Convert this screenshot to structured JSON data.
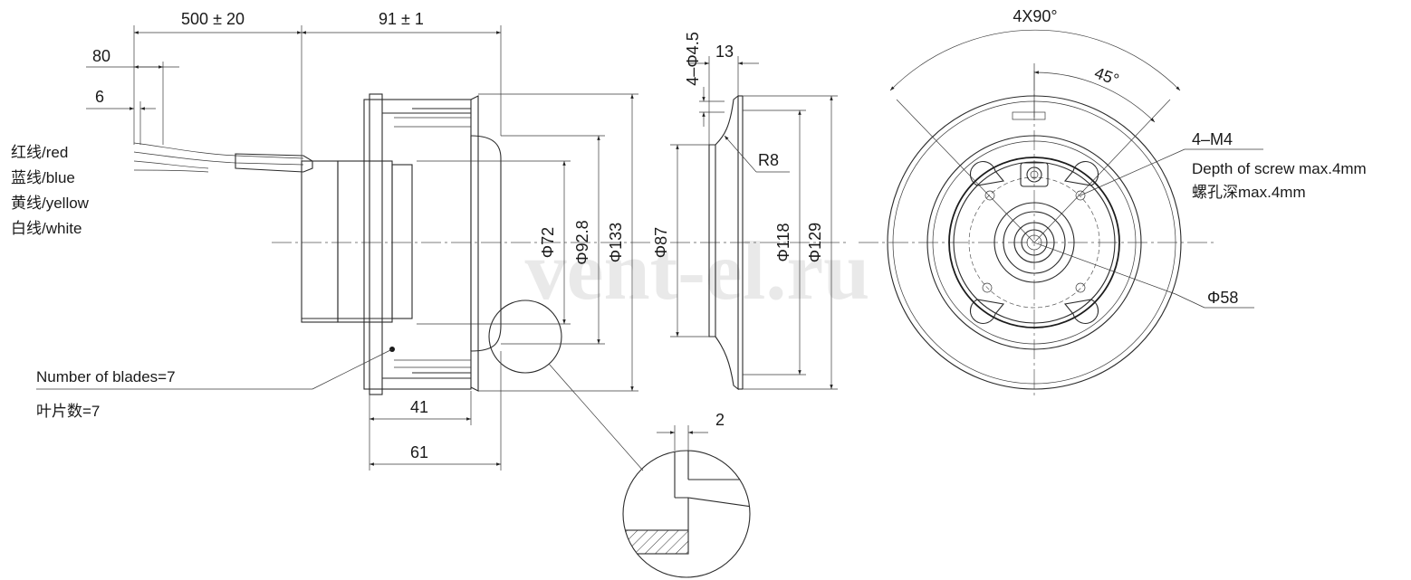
{
  "dimensions": {
    "cable_length": "500 ± 20",
    "motor_length": "91 ± 1",
    "strip_80": "80",
    "strip_6": "6",
    "mount_holes": "4–Φ4.5",
    "flange_13": "13",
    "radius_r8": "R8",
    "dia_72": "Φ72",
    "dia_92_8": "Φ92.8",
    "dia_133": "Φ133",
    "dia_87": "Φ87",
    "dia_118": "Φ118",
    "dia_129": "Φ129",
    "width_41": "41",
    "width_61": "61",
    "detail_2": "2",
    "angle_4x90": "4X90°",
    "angle_45": "45°",
    "screw_m4": "4–M4",
    "dia_58": "Φ58"
  },
  "wires": [
    "红线/red",
    "蓝线/blue",
    "黄线/yellow",
    "白线/white"
  ],
  "notes": {
    "blades_en": "Number of blades=7",
    "blades_cn": "叶片数=7",
    "screw_depth_en": "Depth of screw max.4mm",
    "screw_depth_cn": "螺孔深max.4mm"
  },
  "watermark": "vent-el.ru"
}
